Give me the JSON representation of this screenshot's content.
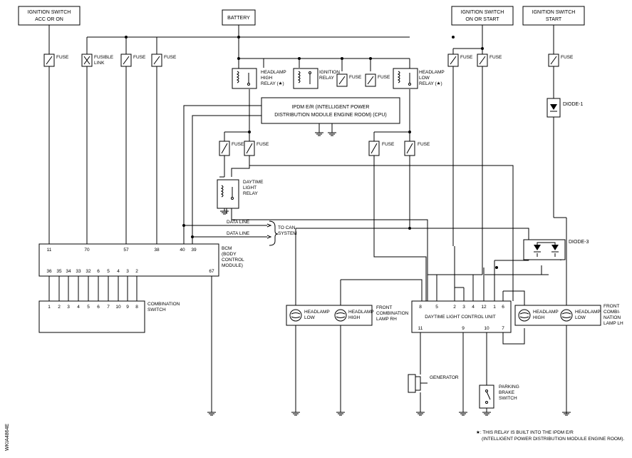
{
  "sources": {
    "ign_acc_on": [
      "IGNITION SWITCH",
      "ACC OR ON"
    ],
    "battery": [
      "BATTERY"
    ],
    "ign_on_start": [
      "IGNITION SWITCH",
      "ON OR START"
    ],
    "ign_start": [
      "IGNITION SWITCH",
      "START"
    ]
  },
  "fuse_label": "FUSE",
  "fusible_link": [
    "FUSIBLE",
    "LINK"
  ],
  "relays": {
    "hl_high": [
      "HEADLAMP",
      "HIGH",
      "RELAY (★)"
    ],
    "ignition": [
      "IGNITION",
      "RELAY"
    ],
    "hl_low": [
      "HEADLAMP",
      "LOW",
      "RELAY (★)"
    ],
    "daytime": [
      "DAYTIME",
      "LIGHT",
      "RELAY"
    ]
  },
  "ipdm": [
    "IPDM E/R (INTELLIGENT POWER",
    "DISTRIBUTION MODULE ENGINE ROOM) (CPU)"
  ],
  "diode1": "DIODE-1",
  "diode3": "DIODE-3",
  "data_line": "DATA LINE",
  "to_can": [
    "TO CAN",
    "SYSTEM"
  ],
  "bcm": {
    "label": [
      "BCM",
      "(BODY",
      "CONTROL",
      "MODULE)"
    ],
    "top_pins": [
      "11",
      "70",
      "57",
      "38",
      "40",
      "39"
    ],
    "bottom_pins": [
      "36",
      "35",
      "34",
      "33",
      "32",
      "6",
      "5",
      "4",
      "3",
      "2",
      "67"
    ]
  },
  "combination_switch": {
    "label": [
      "COMBINATION",
      "SWITCH"
    ],
    "pins": [
      "1",
      "2",
      "3",
      "4",
      "5",
      "6",
      "7",
      "10",
      "9",
      "8"
    ]
  },
  "dlcu": {
    "label": "DAYTIME LIGHT CONTROL UNIT",
    "top_pins": [
      "8",
      "5",
      "2",
      "3",
      "4",
      "12",
      "1",
      "6"
    ],
    "bottom_pins": [
      "11",
      "9",
      "10",
      "7"
    ]
  },
  "lamp_rh": {
    "label": [
      "FRONT",
      "COMBINATION",
      "LAMP RH"
    ],
    "low": [
      "HEADLAMP",
      "LOW"
    ],
    "high": [
      "HEADLAMP",
      "HIGH"
    ]
  },
  "lamp_lh": {
    "label": [
      "FRONT",
      "COMBI-",
      "NATION",
      "LAMP LH"
    ],
    "high": [
      "HEADLAMP",
      "HIGH"
    ],
    "low": [
      "HEADLAMP",
      "LOW"
    ]
  },
  "generator": "GENERATOR",
  "parking_brake": [
    "PARKING",
    "BRAKE",
    "SWITCH"
  ],
  "footnote": [
    "★: THIS RELAY IS BUILT INTO THE IPDM E/R",
    "(INTELLIGENT POWER DISTRIBUTION MODULE ENGINE ROOM)."
  ],
  "figure_id": "WKIA4864E"
}
